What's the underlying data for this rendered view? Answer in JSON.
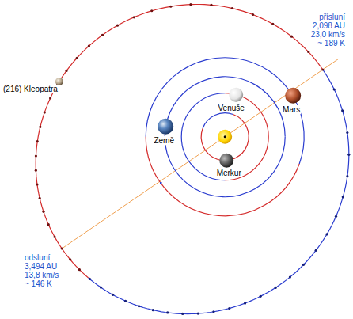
{
  "diagram": {
    "labels": [
      "přísluní",
      "2,098 AU",
      "23,0 km/s",
      "~ 189 K",
      "(216) Kleopatra",
      "Venuše",
      "Mars",
      "Země",
      "Merkur",
      "odsluní",
      "3,494 AU",
      "13,8 km/s",
      "~ 146 K"
    ]
  }
}
